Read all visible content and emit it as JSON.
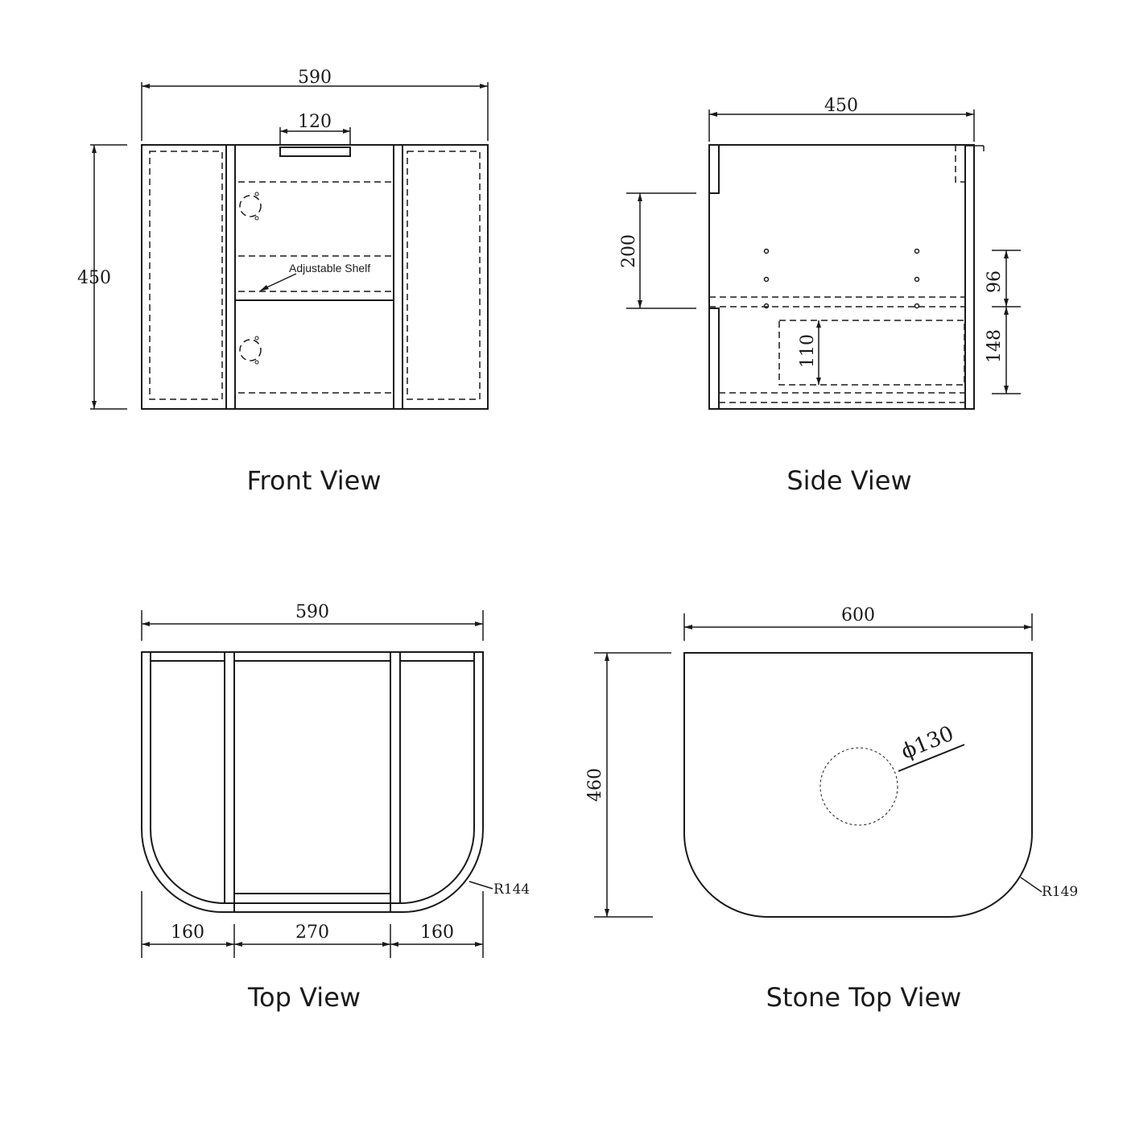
{
  "front_view": {
    "caption": "Front View",
    "width": "590",
    "height": "450",
    "handle": "120",
    "shelf_label": "Adjustable Shelf"
  },
  "side_view": {
    "caption": "Side View",
    "depth": "450",
    "upper": "200",
    "cutout": "110",
    "right_top": "96",
    "right_bottom": "148"
  },
  "top_view": {
    "caption": "Top View",
    "width": "590",
    "left": "160",
    "middle": "270",
    "right": "160",
    "radius": "R144"
  },
  "stone_top_view": {
    "caption": "Stone Top View",
    "width": "600",
    "depth": "460",
    "hole": "ϕ130",
    "radius": "R149"
  }
}
